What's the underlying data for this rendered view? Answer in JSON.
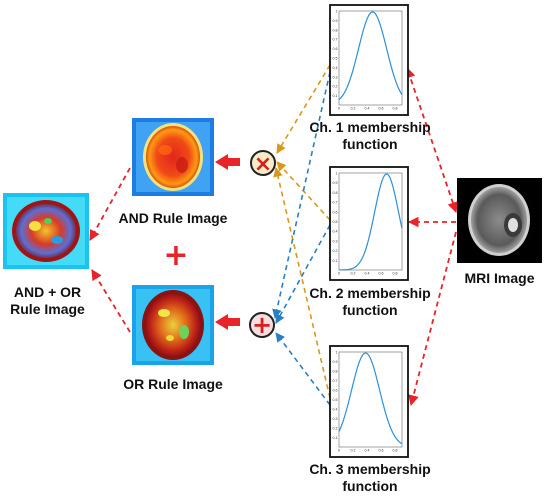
{
  "labels": {
    "and_rule": "AND Rule Image",
    "or_rule": "OR Rule Image",
    "and_or_rule_line1": "AND + OR",
    "and_or_rule_line2": "Rule Image",
    "mri": "MRI Image",
    "ch1_line1": "Ch. 1 membership",
    "ch1_line2": "function",
    "ch2_line1": "Ch. 2 membership",
    "ch2_line2": "function",
    "ch3_line1": "Ch. 3 membership",
    "ch3_line2": "function"
  },
  "operators": {
    "and_symbol": "×",
    "or_symbol": "+",
    "combine_symbol": "+"
  },
  "colors": {
    "red_arrow": "#e8232a",
    "blue_arrow": "#2a7fc2",
    "orange_arrow": "#d9981a",
    "curve": "#2f8fd8",
    "and_circle_fill": "#f6edc8",
    "or_circle_fill": "#f8dede"
  },
  "charts": [
    {
      "name": "ch1",
      "x_ticks": [
        "0",
        "0.2",
        "0.4",
        "0.6",
        "0.8"
      ],
      "y_ticks": [
        "0.1",
        "0.2",
        "0.3",
        "0.4",
        "0.5",
        "0.6",
        "0.7",
        "0.8",
        "0.9",
        "1"
      ],
      "peak_x": 0.48
    },
    {
      "name": "ch2",
      "x_ticks": [
        "0",
        "0.2",
        "0.4",
        "0.6",
        "0.8"
      ],
      "y_ticks": [
        "0.1",
        "0.2",
        "0.3",
        "0.4",
        "0.5",
        "0.6",
        "0.7",
        "0.8",
        "0.9",
        "1"
      ],
      "peak_x": 0.68
    },
    {
      "name": "ch3",
      "x_ticks": [
        "0",
        "0.2",
        "0.4",
        "0.6",
        "0.8"
      ],
      "y_ticks": [
        "0.1",
        "0.2",
        "0.3",
        "0.4",
        "0.5",
        "0.6",
        "0.7",
        "0.8",
        "0.9",
        "1"
      ],
      "peak_x": 0.38
    }
  ]
}
